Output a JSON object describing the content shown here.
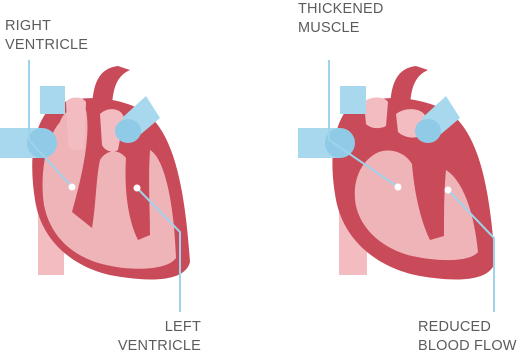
{
  "labels": {
    "right_ventricle": "RIGHT\nVENTRICLE",
    "left_ventricle": "LEFT\nVENTRICLE",
    "thickened_muscle": "THICKENED\nMUSCLE",
    "reduced_blood_flow": "REDUCED\nBLOOD FLOW"
  },
  "colors": {
    "heart_wall": "#c94a58",
    "heart_outline": "#b93a4a",
    "chamber": "#efb4b8",
    "vessel_pink": "#f2bcc0",
    "vessel_blue": "#a7d8ee",
    "vessel_blue_dark": "#8fcbe6",
    "leader_line": "#9fd3ec",
    "label_text": "#5c5c5c"
  }
}
